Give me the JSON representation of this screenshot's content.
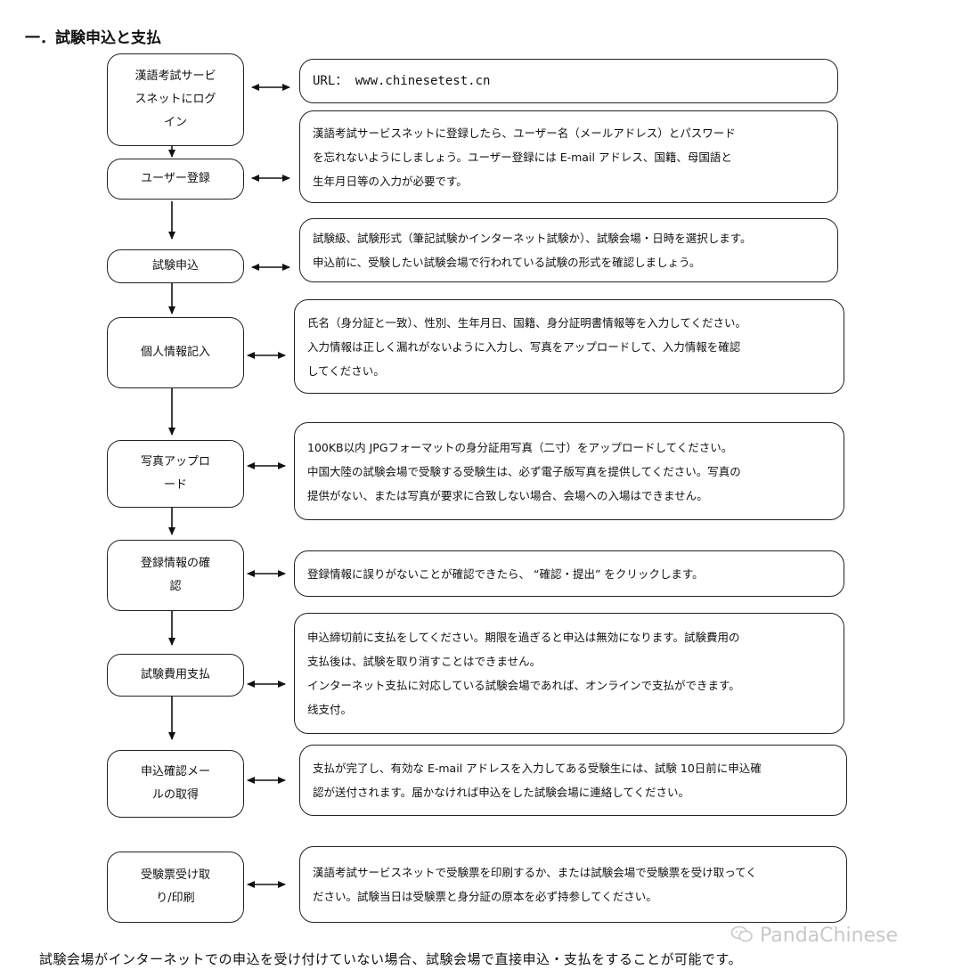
{
  "heading": "一．試験申込と支払",
  "steps": [
    {
      "label": "漢語考試サービ\nスネットにログ\nイン",
      "desc": "URL： www.chinesetest.cn"
    },
    {
      "label": "ユーザー登録",
      "desc": "漢語考試サービスネットに登録したら、ユーザー名（メールアドレス）とパスワード\nを忘れないようにしましょう。ユーザー登録には E-mail アドレス、国籍、母国語と\n生年月日等の入力が必要です。"
    },
    {
      "label": "試験申込",
      "desc": "試験級、試験形式（筆記試験かインターネット試験か）、試験会場・日時を選択します。\n申込前に、受験したい試験会場で行われている試験の形式を確認しましょう。"
    },
    {
      "label": "個人情報記入",
      "desc": "氏名（身分証と一致）、性別、生年月日、国籍、身分証明書情報等を入力してください。\n入力情報は正しく漏れがないように入力し、写真をアップロードして、入力情報を確認\nしてください。"
    },
    {
      "label": "写真アップロ\nード",
      "desc": "100KB以内 JPGフォーマットの身分証用写真（二寸）をアップロードしてください。\n中国大陸の試験会場で受験する受験生は、必ず電子版写真を提供してください。写真の\n提供がない、または写真が要求に合致しない場合、会場への入場はできません。"
    },
    {
      "label": "登録情報の確\n認",
      "desc": "登録情報に誤りがないことが確認できたら、 “確認・提出” をクリックします。"
    },
    {
      "label": "試験費用支払",
      "desc": "申込締切前に支払をしてください。期限を過ぎると申込は無効になります。試験費用の\n支払後は、試験を取り消すことはできません。\nインターネット支払に対応している試験会場であれば、オンラインで支払ができます。\n线支付。"
    },
    {
      "label": "申込確認メー\nルの取得",
      "desc": "支払が完了し、有効な E-mail アドレスを入力してある受験生には、試験 10日前に申込確\n認が送付されます。届かなければ申込をした試験会場に連絡してください。"
    },
    {
      "label": "受験票受け取\nり/印刷",
      "desc": "漢語考試サービスネットで受験票を印刷するか、または試験会場で受験票を受け取ってく\nださい。試験当日は受験票と身分証の原本を必ず持参してください。"
    }
  ],
  "footer": "試験会場がインターネットでの申込を受け付けていない場合、試験会場で直接申込・支払をすることが可能です。",
  "watermark": "PandaChinese",
  "icons": {
    "connector": "double-arrow-icon",
    "flow": "down-arrow-icon",
    "watermark": "wechat-icon"
  }
}
